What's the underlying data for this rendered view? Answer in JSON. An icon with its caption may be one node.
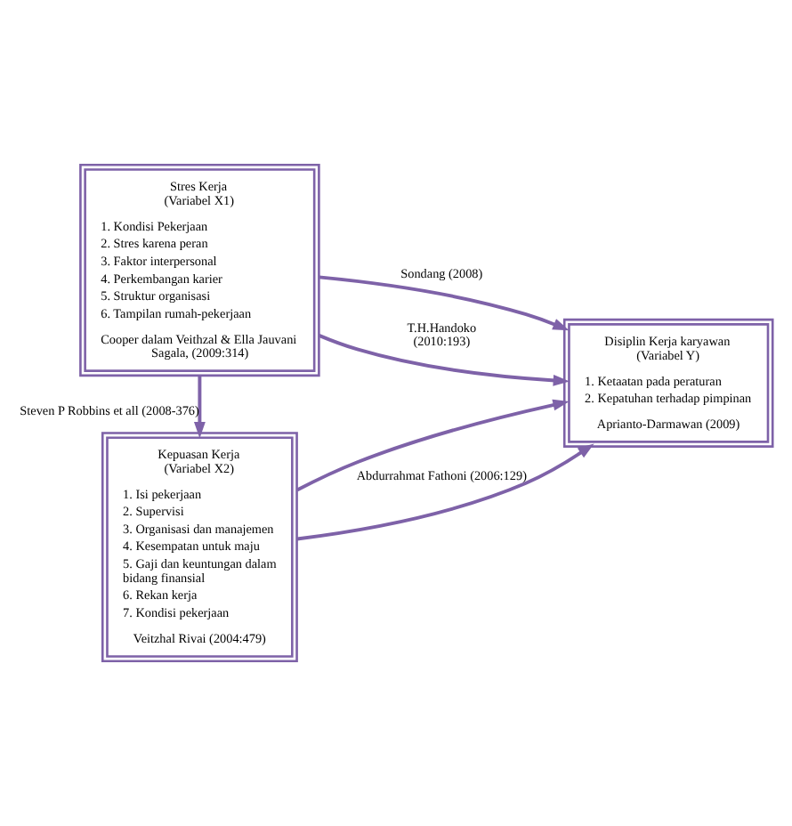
{
  "diagram": {
    "nodes": [
      {
        "text": [
          "Stres Kerja (Variabel X1)",
          "1. Kondisi Pekerjaan",
          "2. Stres karena peran",
          "3. Faktor interpersonal",
          "4. Perkembangan karier",
          "5. Struktur organisasi",
          "6. Tampilan rumah-pekerjaan",
          "Cooper dalam Veithzal & Ella Jauvani Sagala, (2009:314)"
        ]
      },
      {
        "text": [
          "Kepuasan Kerja (Variabel X2)",
          "1. Isi pekerjaan",
          "2. Supervisi",
          "3. Organisasi dan manajemen",
          "4. Kesempatan untuk maju",
          "5. Gaji dan keuntungan dalam bidang finansial",
          "6. Rekan kerja",
          "7. Kondisi pekerjaan",
          "Veitzhal Rivai (2004:479)"
        ]
      },
      {
        "text": [
          "Disiplin Kerja karyawan (Variabel Y)",
          "1. Ketaatan pada peraturan",
          "2. Kepatuhan terhadap pimpinan",
          "Aprianto-Darmawan (2009)"
        ]
      }
    ],
    "edges": [
      {
        "from": 0,
        "to": 2,
        "arrow": "to",
        "label": "Sondang (2008)"
      },
      {
        "from": 0,
        "to": 1,
        "arrow": "to",
        "label": "Steven P Robbins et all (2008-376)"
      },
      {
        "from": 0,
        "to": 2,
        "arrow": "to",
        "label": "T.H.Handoko (2010:193)"
      },
      {
        "from": 1,
        "to": 2,
        "arrow": "to"
      },
      {
        "from": 1,
        "to": 2,
        "arrow": "to",
        "label": "Abdurrahmat Fathoni (2006:129)"
      }
    ]
  }
}
